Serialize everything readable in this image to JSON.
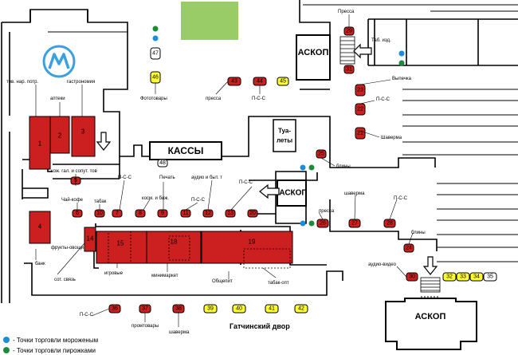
{
  "colors": {
    "kiosk_red": "#cc1f1f",
    "kiosk_yellow": "#ffff33",
    "kiosk_white": "#ffffff",
    "green_area": "#99cc66",
    "icecream_blue": "#1a8fd6",
    "pies_green": "#1f8a3a",
    "metro_blue": "#3aa0e0"
  },
  "title": "Гатчинский двор",
  "legend": {
    "icecream": "- Точки торговли мороженым",
    "pies": "- Точки торговли пирожками"
  },
  "buildings": {
    "kassy": "КАССЫ",
    "toilets_line1": "Туа-",
    "toilets_line2": "леты",
    "askop_top": "АСКОП",
    "askop_mid": "АСКОП",
    "askop_bottom": "АСКОП"
  },
  "stalls": [
    "1",
    "2",
    "3",
    "4",
    "14",
    "15",
    "18",
    "19"
  ],
  "kiosks": {
    "k5": "5",
    "k6": "6",
    "k10": "10",
    "k7": "7",
    "k8": "8",
    "k9": "9",
    "k11": "11",
    "k12": "12",
    "k13": "13",
    "k20": "20",
    "k22": "22",
    "k23": "23",
    "k24": "24",
    "k25": "25",
    "k26": "26",
    "k27": "27",
    "k28": "28",
    "k29": "29",
    "k30": "30",
    "k31": "31",
    "k36": "36",
    "k37": "37",
    "k38": "38",
    "k43": "43",
    "k44": "44",
    "k45": "45",
    "k46": "46",
    "k47": "47",
    "k48": "48",
    "k39": "39",
    "k40": "40",
    "k41": "41",
    "k42": "42",
    "k32": "32",
    "k33": "33",
    "k34": "34",
    "k35": "35"
  },
  "labels": {
    "tov_nar": "тов. нар. потр.",
    "apteki": "аптеки",
    "gastronomia": "гастрономия",
    "kozh": "кож. гал. и сопут. тов",
    "chai": "Чай-кофе",
    "tabak": "табак",
    "psc1": "П-С-С",
    "kosm": "косм. и биж.",
    "pechat": "Печать",
    "psc2": "П-С-С",
    "audio_byt": "аудио и быт. т",
    "psc3": "П-С-С",
    "frukty": "фрукты-овощи",
    "bank": "банк",
    "sot": "сот. связь",
    "igrovye": "игровые",
    "minimarket": "минимаркет",
    "obshchepit": "Общепит",
    "tabak_opt": "табак-опт",
    "fototovary": "Фототовары",
    "pressa1": "пресса",
    "psc4": "П-С-С",
    "pressa_top": "Пресса",
    "tab_izd": "Таб. изд.",
    "vypechka": "Выпечка",
    "psc5": "П-С-С",
    "shaverma1": "Шаверма",
    "bliny1": "блины",
    "shaverma2": "шаверма",
    "psc6": "П-С-С",
    "pressa2": "пресса",
    "bliny2": "блины",
    "audio_video": "аудио-видео",
    "psc7": "П-С-С",
    "promtovary": "промтовары",
    "shaverma3": "шаверма"
  }
}
